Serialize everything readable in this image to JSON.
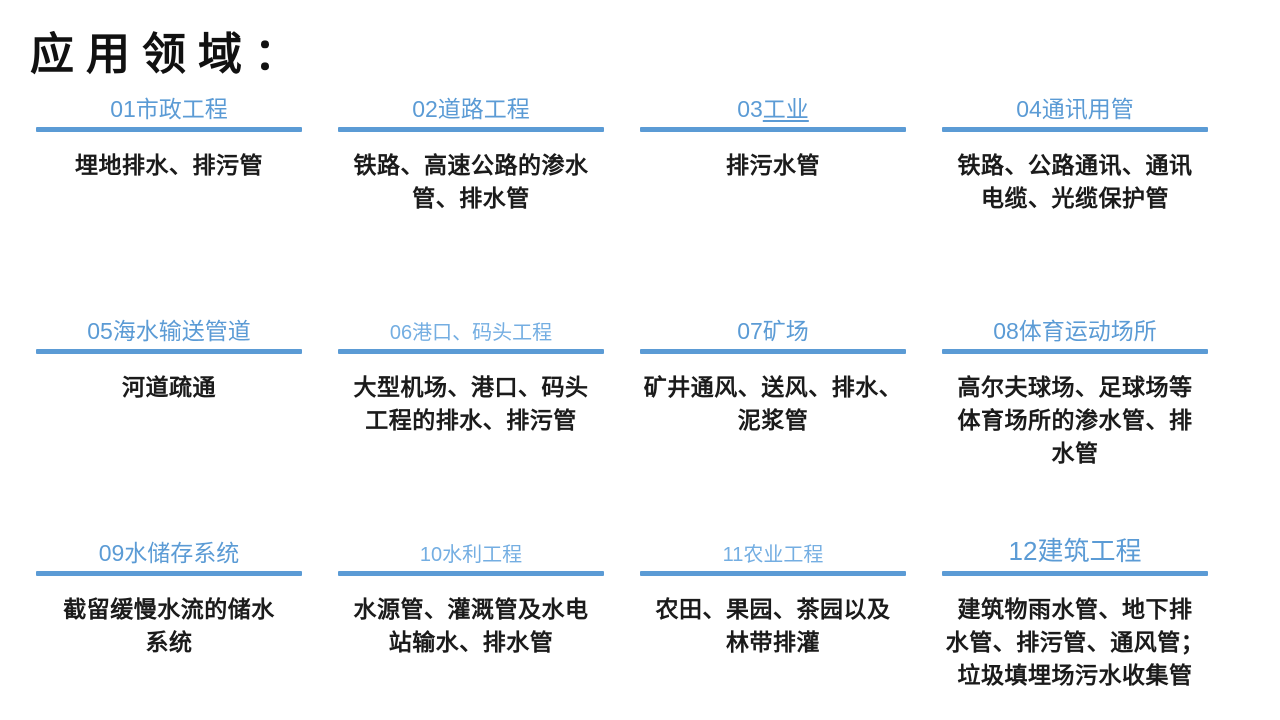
{
  "page": {
    "title": "应用领域："
  },
  "colors": {
    "page_bg": "#ffffff",
    "title_black": "#111111",
    "heading_blue": "#5B9BD5",
    "heading_blue_light": "#74AEE2",
    "bar_blue": "#5B9BD5",
    "body_black": "#1b1b1b"
  },
  "cards": [
    {
      "num": "01",
      "name": "市政工程",
      "body": "埋地排水、排污管"
    },
    {
      "num": "02",
      "name": "道路工程",
      "body": "铁路、高速公路的渗水\n管、排水管"
    },
    {
      "num": "03",
      "name": "工业",
      "body": "排污水管"
    },
    {
      "num": "04",
      "name": "通讯用管",
      "body": "铁路、公路通讯、通讯\n电缆、光缆保护管"
    },
    {
      "num": "05",
      "name": "海水输送管道",
      "body": "河道疏通"
    },
    {
      "num": "06",
      "name": "港口、码头工程",
      "body": "大型机场、港口、码头\n工程的排水、排污管"
    },
    {
      "num": "07",
      "name": "矿场",
      "body": "矿井通风、送风、排水、\n泥浆管"
    },
    {
      "num": "08",
      "name": "体育运动场所",
      "body": "高尔夫球场、足球场等\n体育场所的渗水管、排\n水管"
    },
    {
      "num": "09",
      "name": "水储存系统",
      "body": "截留缓慢水流的储水\n系统"
    },
    {
      "num": "10",
      "name": "水利工程",
      "body": "水源管、灌溉管及水电\n站输水、排水管"
    },
    {
      "num": "11",
      "name": "农业工程",
      "body": "农田、果园、茶园以及\n林带排灌"
    },
    {
      "num": "12",
      "name": "建筑工程",
      "body": "建筑物雨水管、地下排\n水管、排污管、通风管；\n垃圾填埋场污水收集管"
    }
  ]
}
